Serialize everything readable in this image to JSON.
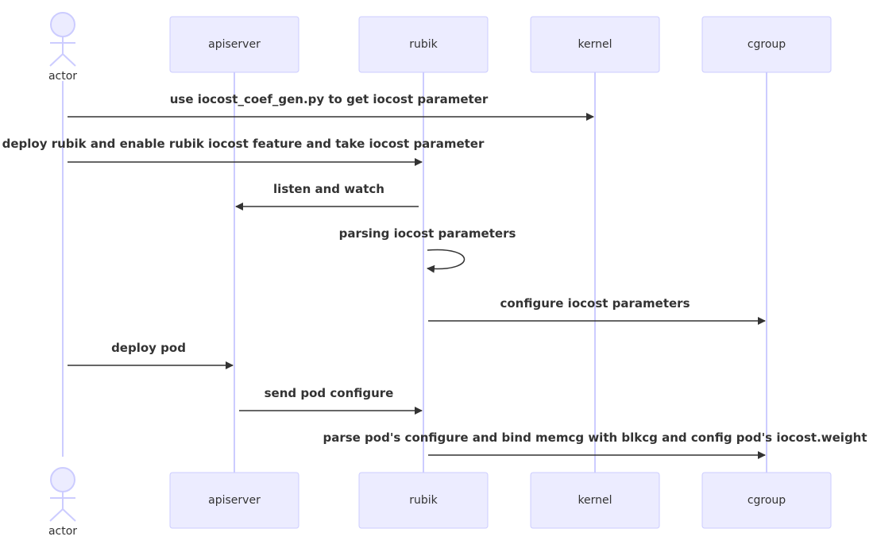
{
  "colors": {
    "participant_fill": "#ECECFF",
    "participant_stroke": "#CCCCFF",
    "lifeline": "#CCCCFF",
    "message": "#333333",
    "text": "#333333"
  },
  "participants": [
    {
      "id": "actor",
      "label": "actor",
      "kind": "actor"
    },
    {
      "id": "apiserver",
      "label": "apiserver",
      "kind": "box"
    },
    {
      "id": "rubik",
      "label": "rubik",
      "kind": "box"
    },
    {
      "id": "kernel",
      "label": "kernel",
      "kind": "box"
    },
    {
      "id": "cgroup",
      "label": "cgroup",
      "kind": "box"
    }
  ],
  "messages": [
    {
      "from": "actor",
      "to": "kernel",
      "text": "use iocost_coef_gen.py to get iocost parameter"
    },
    {
      "from": "actor",
      "to": "rubik",
      "text": "deploy rubik and enable rubik iocost feature and take iocost parameter"
    },
    {
      "from": "rubik",
      "to": "apiserver",
      "text": "listen and watch"
    },
    {
      "from": "rubik",
      "to": "rubik",
      "text": "parsing iocost parameters"
    },
    {
      "from": "rubik",
      "to": "cgroup",
      "text": "configure iocost parameters"
    },
    {
      "from": "actor",
      "to": "apiserver",
      "text": "deploy pod"
    },
    {
      "from": "apiserver",
      "to": "rubik",
      "text": "send pod configure"
    },
    {
      "from": "rubik",
      "to": "cgroup",
      "text": "parse pod's configure and bind memcg with blkcg and config pod's iocost.weight"
    }
  ]
}
